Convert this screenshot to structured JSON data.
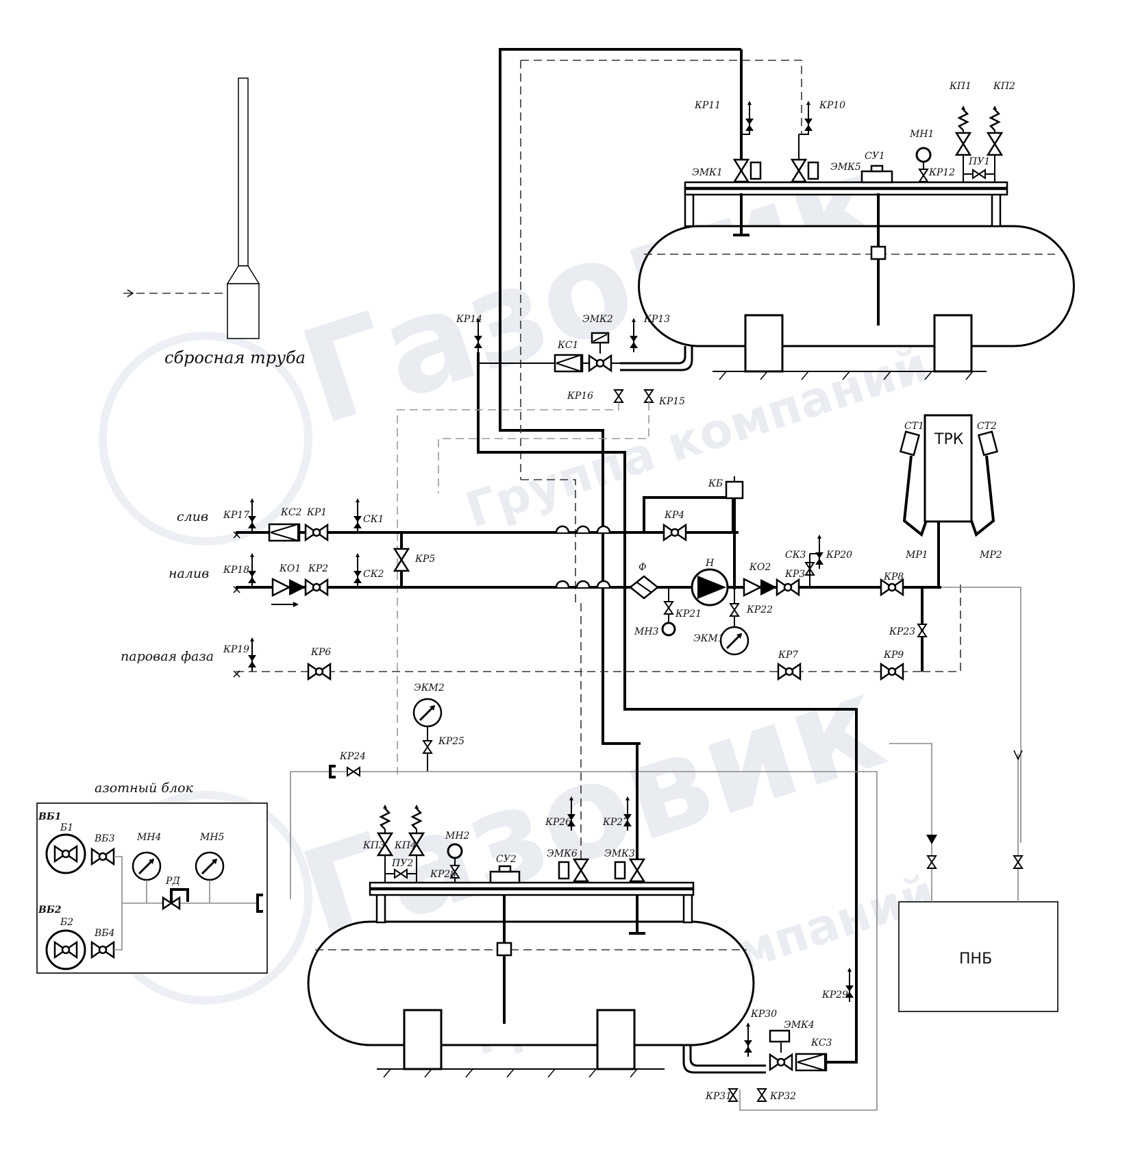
{
  "labels": {
    "vent_pipe": "сбросная труба",
    "drain": "слив",
    "fill": "налив",
    "vapor_phase": "паровая фаза",
    "nitrogen_block": "азотный блок",
    "pnb": "ПНБ",
    "trk": "ТРК",
    "kr1": "КР1",
    "kr2": "КР2",
    "kr3": "КР3",
    "kr4": "КР4",
    "kr5": "КР5",
    "kr6": "КР6",
    "kr7": "КР7",
    "kr8": "КР8",
    "kr9": "КР9",
    "kr10": "КР10",
    "kr11": "КР11",
    "kr12": "КР12",
    "kr13": "КР13",
    "kr14": "КР14",
    "kr15": "КР15",
    "kr16": "КР16",
    "kr17": "КР17",
    "kr18": "КР18",
    "kr19": "КР19",
    "kr20": "КР20",
    "kr21": "КР21",
    "kr22": "КР22",
    "kr23": "КР23",
    "kr24": "КР24",
    "kr25": "КР25",
    "kr26": "КР26",
    "kr27": "КР27",
    "kr28": "КР28",
    "kr29": "КР29",
    "kr30": "КР30",
    "kr31": "КР31",
    "kr32": "КР32",
    "emk1": "ЭМК1",
    "emk2": "ЭМК2",
    "emk3": "ЭМК3",
    "emk4": "ЭМК4",
    "emk5": "ЭМК5",
    "emk6": "ЭМК6",
    "ks1": "КС1",
    "ks2": "КС2",
    "ks3": "КС3",
    "kp1": "КП1",
    "kp2": "КП2",
    "kp3": "КП3",
    "kp4": "КП4",
    "mn1": "МН1",
    "mn2": "МН2",
    "mn3": "МН3",
    "mn4": "МН4",
    "mn5": "МН5",
    "su1": "СУ1",
    "su2": "СУ2",
    "pu1": "ПУ1",
    "pu2": "ПУ2",
    "sk1": "СК1",
    "sk2": "СК2",
    "sk3": "СК3",
    "ko1": "КО1",
    "ko2": "КО2",
    "kb": "КБ",
    "f": "Ф",
    "n": "Н",
    "ekm1": "ЭКМ1",
    "ekm2": "ЭКМ2",
    "st1": "СТ1",
    "st2": "СТ2",
    "mr1": "МР1",
    "mr2": "МР2",
    "vb1": "ВБ1",
    "vb2": "ВБ2",
    "vb3": "ВБ3",
    "vb4": "ВБ4",
    "b1": "Б1",
    "b2": "Б2",
    "rd": "РД"
  },
  "watermark": {
    "brand": "Газовик",
    "tagline": "Группа компаний"
  }
}
